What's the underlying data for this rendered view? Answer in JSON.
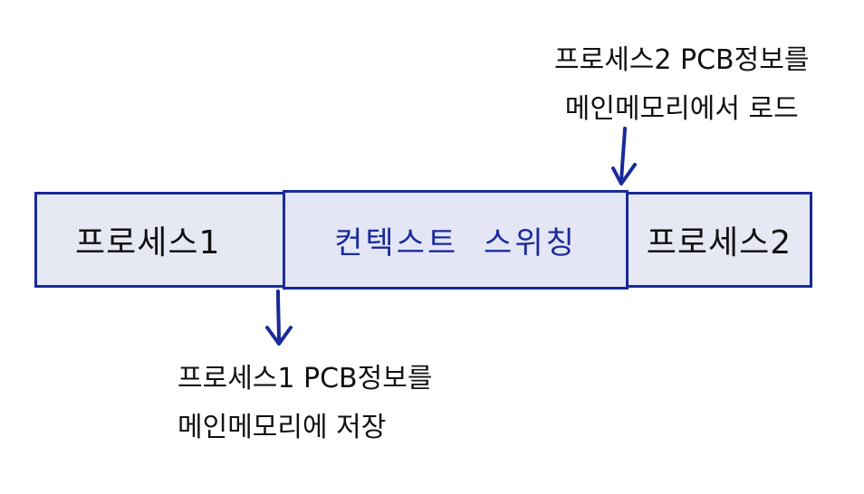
{
  "diagram": {
    "process1": {
      "label": "프로세스1"
    },
    "context_switch": {
      "label": "컨텍스트 스위칭"
    },
    "process2": {
      "label": "프로세스2"
    },
    "note_top": {
      "line1": "프로세스2 PCB정보를",
      "line2": "메인메모리에서 로드"
    },
    "note_bottom": {
      "line1": "프로세스1 PCB정보를",
      "line2": "메인메모리에 저장"
    },
    "colors": {
      "accent": "#1a2a9a",
      "box_fill": "#e6e8f4",
      "text": "#111111"
    }
  }
}
